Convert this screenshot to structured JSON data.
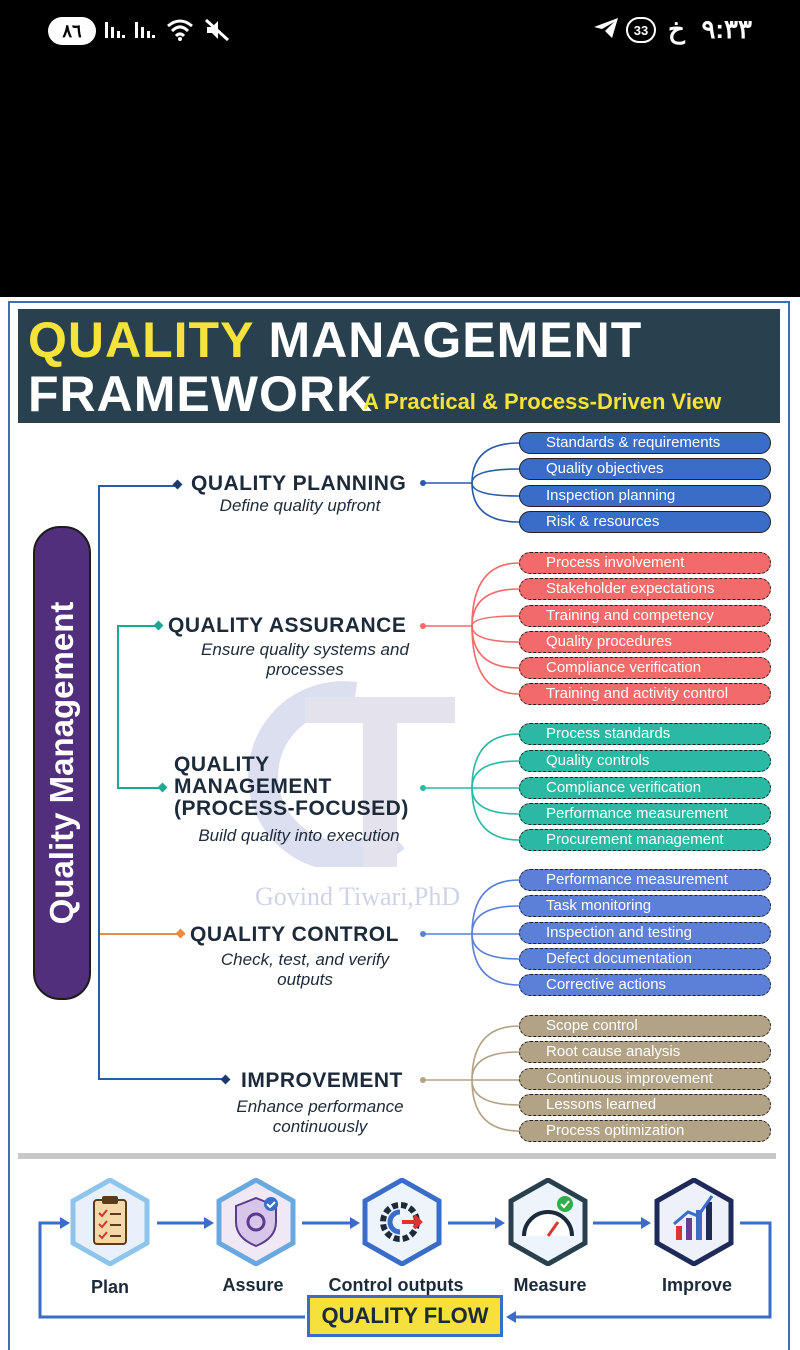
{
  "status_bar": {
    "battery": "٨٦",
    "time": "٩:٣٣",
    "indicator_letter": "خ",
    "badge": "33"
  },
  "header": {
    "title_highlight": "QUALITY",
    "title_rest": "MANAGEMENT",
    "title_line2": "FRAMEWORK",
    "subtitle": "A Practical & Process-Driven View"
  },
  "side_label": "Quality Management",
  "sections": [
    {
      "title": "QUALITY PLANNING",
      "subtitle": "Define quality upfront",
      "color": "#3a6dc8",
      "items": [
        "Standards & requirements",
        "Quality objectives",
        "Inspection planning",
        "Risk & resources"
      ]
    },
    {
      "title": "QUALITY ASSURANCE",
      "subtitle": "Ensure quality systems and processes",
      "color": "#f36a6a",
      "items": [
        "Process involvement",
        "Stakeholder expectations",
        "Training and competency",
        "Quality procedures",
        "Compliance verification",
        "Training and activity control"
      ]
    },
    {
      "title": "QUALITY MANAGEMENT (PROCESS-FOCUSED)",
      "title_lines": [
        "QUALITY",
        "MANAGEMENT",
        "(PROCESS-FOCUSED)"
      ],
      "subtitle": "Build quality into execution",
      "color": "#2bb9a3",
      "items": [
        "Process standards",
        "Quality controls",
        "Compliance verification",
        "Performance measurement",
        "Procurement management"
      ]
    },
    {
      "title": "QUALITY CONTROL",
      "subtitle": "Check, test, and verify outputs",
      "color": "#5c7fd8",
      "items": [
        "Performance measurement",
        "Task monitoring",
        "Inspection and testing",
        "Defect documentation",
        "Corrective actions"
      ]
    },
    {
      "title": "IMPROVEMENT",
      "subtitle": "Enhance performance continuously",
      "color": "#b3a386",
      "items": [
        "Scope control",
        "Root cause analysis",
        "Continuous improvement",
        "Lessons learned",
        "Process optimization"
      ]
    }
  ],
  "watermark": "Govind Tiwari,PhD",
  "flow": {
    "steps": [
      {
        "label": "Plan",
        "icon": "clipboard-checklist-icon"
      },
      {
        "label": "Assure",
        "icon": "shield-gear-icon"
      },
      {
        "label": "Control outputs",
        "icon": "gear-arrow-icon"
      },
      {
        "label": "Measure",
        "icon": "gauge-check-icon"
      },
      {
        "label": "Improve",
        "icon": "growth-chart-icon"
      }
    ],
    "banner": "QUALITY FLOW"
  }
}
